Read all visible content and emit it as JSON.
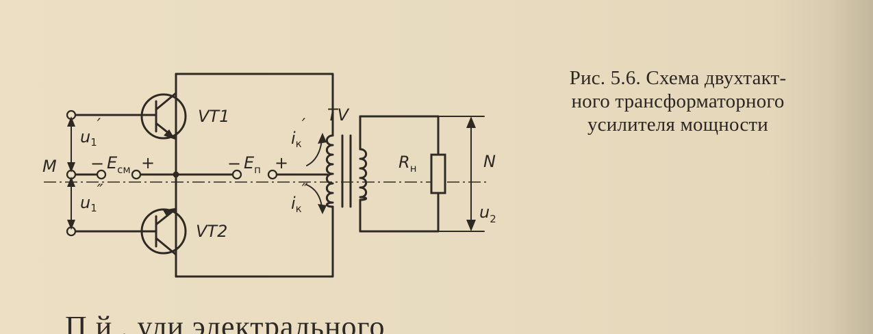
{
  "caption": {
    "lines": [
      "Рис. 5.6. Схема двухтакт-",
      "ного  трансформаторного",
      "усилителя  мощности"
    ]
  },
  "diagram": {
    "labels": {
      "M": "M",
      "u1_prime": "u",
      "u1_prime_index": "1",
      "u1_prime_mark": "′",
      "u1_double_prime": "u",
      "u1_double_prime_index": "1",
      "u1_double_prime_mark": "″",
      "e_cm_minus": "−",
      "e_cm": "E",
      "e_cm_sub": "см",
      "e_cm_plus": "+",
      "e_p_minus": "−",
      "e_p": "E",
      "e_p_sub": "п",
      "e_p_plus": "+",
      "vt1": "VT1",
      "vt2": "VT2",
      "tv": "TV",
      "ik_prime": "i",
      "ik_prime_sub": "к",
      "ik_prime_mark": "′",
      "ik_double_prime": "i",
      "ik_double_prime_sub": "к",
      "ik_double_prime_mark": "″",
      "rn": "R",
      "rn_sub": "н",
      "N": "N",
      "u2": "u",
      "u2_sub": "2"
    }
  },
  "bottom_text": {
    "line": "П                       й                      ,   ули  электрального"
  }
}
